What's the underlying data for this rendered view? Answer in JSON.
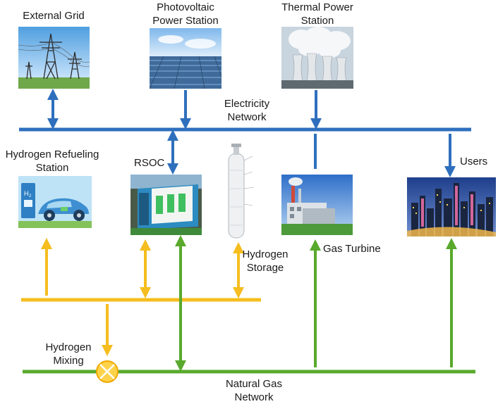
{
  "labels": {
    "external_grid": "External Grid",
    "pv_line1": "Photovoltaic",
    "pv_line2": "Power Station",
    "thermal_line1": "Thermal Power",
    "thermal_line2": "Station",
    "electricity_line1": "Electricity",
    "electricity_line2": "Network",
    "hrs_line1": "Hydrogen Refueling",
    "hrs_line2": "Station",
    "rsoc": "RSOC",
    "users": "Users",
    "storage_line1": "Hydrogen",
    "storage_line2": "Storage",
    "gas_turbine": "Gas Turbine",
    "mixing_line1": "Hydrogen",
    "mixing_line2": "Mixing",
    "natural_gas_line1": "Natural Gas",
    "natural_gas_line2": "Network"
  },
  "colors": {
    "electricity_line": "#2e6fbd",
    "hydrogen_line": "#f5bd1f",
    "gas_line": "#59a92c"
  },
  "icons": {
    "external_grid": "transmission-tower-icon",
    "pv": "solar-panel-icon",
    "thermal": "power-plant-icon",
    "hrs": "hydrogen-car-icon",
    "rsoc": "fuel-cell-icon",
    "storage": "gas-cylinder-icon",
    "gas_turbine": "gas-turbine-plant-icon",
    "users": "city-skyline-icon",
    "mixing": "mixing-valve-icon"
  }
}
